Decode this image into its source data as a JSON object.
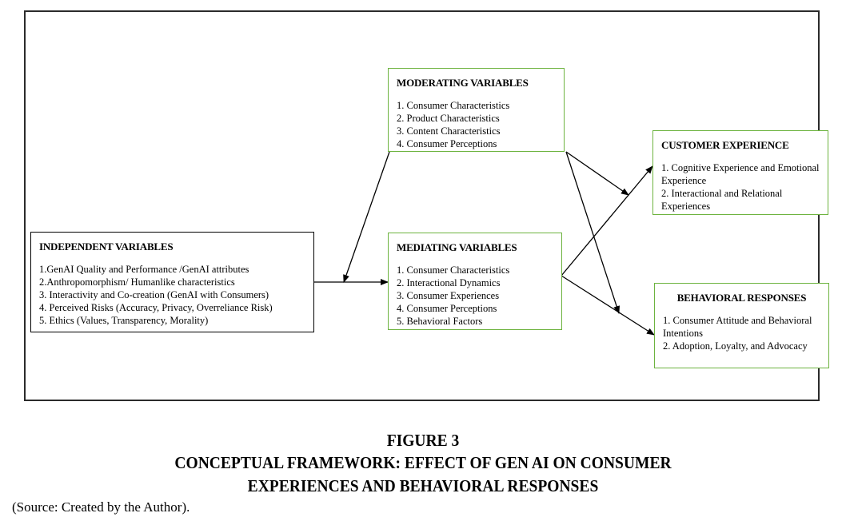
{
  "diagram": {
    "independent": {
      "title": "INDEPENDENT VARIABLES",
      "items": [
        "1.GenAI Quality and Performance /GenAI attributes",
        "2.Anthropomorphism/ Humanlike characteristics",
        "3. Interactivity and Co-creation (GenAI with Consumers)",
        "4. Perceived Risks (Accuracy, Privacy, Overreliance Risk)",
        "5. Ethics (Values, Transparency, Morality)"
      ]
    },
    "moderating": {
      "title": "MODERATING VARIABLES",
      "items": [
        "1. Consumer Characteristics",
        "2. Product Characteristics",
        "3. Content Characteristics",
        "4. Consumer Perceptions"
      ]
    },
    "mediating": {
      "title": "MEDIATING VARIABLES",
      "items": [
        "1. Consumer Characteristics",
        "2. Interactional Dynamics",
        "3. Consumer Experiences",
        "4. Consumer Perceptions",
        "5. Behavioral Factors"
      ]
    },
    "customer_experience": {
      "title": "CUSTOMER EXPERIENCE",
      "items": [
        "1. Cognitive Experience and Emotional Experience",
        "2. Interactional and Relational Experiences"
      ]
    },
    "behavioral_responses": {
      "title": "BEHAVIORAL RESPONSES",
      "items": [
        "1. Consumer Attitude and Behavioral Intentions",
        "2. Adoption, Loyalty, and Advocacy"
      ]
    },
    "edges": [
      {
        "from": "independent",
        "to": "mediating"
      },
      {
        "from": "moderating",
        "to": "independent-mediating link"
      },
      {
        "from": "moderating",
        "to": "mediating-customer_experience link"
      },
      {
        "from": "moderating",
        "to": "mediating-behavioral_responses link"
      },
      {
        "from": "mediating",
        "to": "customer_experience"
      },
      {
        "from": "mediating",
        "to": "behavioral_responses"
      }
    ],
    "colors": {
      "independent_border": "#000000",
      "green_border": "#6db33f",
      "frame_border": "#2b2b2b"
    }
  },
  "caption": {
    "figure": "FIGURE 3",
    "title_line1": "CONCEPTUAL FRAMEWORK: EFFECT OF GEN AI ON CONSUMER",
    "title_line2": "EXPERIENCES AND BEHAVIORAL RESPONSES",
    "source": "(Source: Created by the Author)."
  }
}
